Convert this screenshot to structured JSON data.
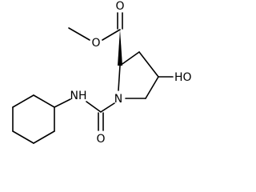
{
  "molecule": {
    "atoms": {
      "ester_oxygen_double": "O",
      "ester_oxygen_single": "O",
      "ring_nitrogen": "N",
      "amide_nitrogen": "NH",
      "hydroxyl": "HO",
      "urea_oxygen": "O"
    }
  },
  "colors": {
    "bond": "#000000",
    "text": "#000000",
    "background": "#ffffff"
  }
}
